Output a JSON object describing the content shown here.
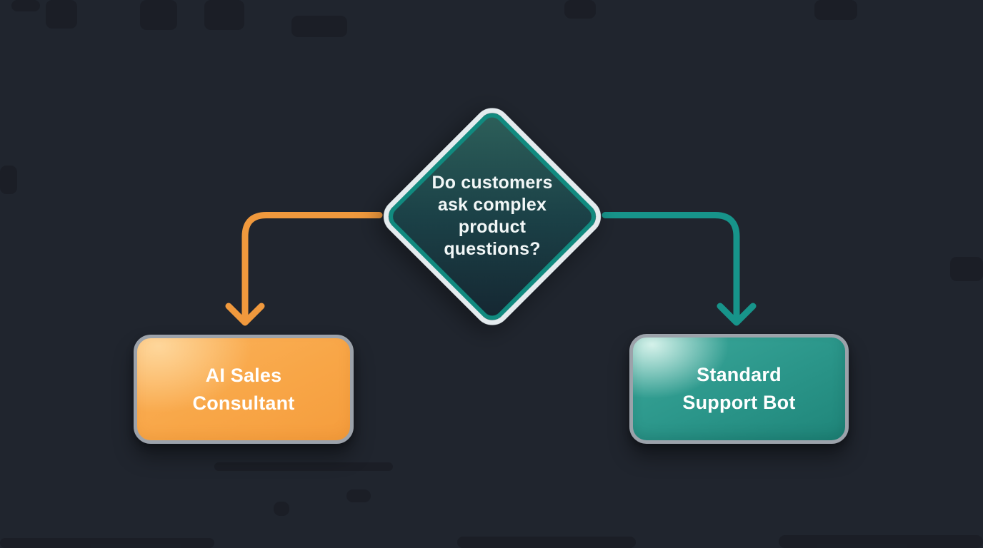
{
  "palette": {
    "background": "#20252e",
    "branch_orange": "#F0993D",
    "branch_teal": "#17948A",
    "node_border_gray": "#9CA2AA",
    "diamond_outer_border": "#E4EBEE",
    "diamond_inner_border": "#118A7F",
    "diamond_fill_top": "#2D605A",
    "diamond_fill_bottom": "#152631",
    "text": "#FFFFFF"
  },
  "decision_node": {
    "label": "Do customers ask complex product questions?",
    "label_lines": [
      "Do customers",
      "ask complex",
      "product",
      "questions?"
    ]
  },
  "nodes": {
    "left": {
      "label": "AI Sales Consultant",
      "label_lines": [
        "AI Sales",
        "Consultant"
      ],
      "fill": "#F8A647"
    },
    "right": {
      "label": "Standard Support Bot",
      "label_lines": [
        "Standard",
        "Support Bot"
      ],
      "fill": "#2B968A"
    }
  },
  "connectors": {
    "left": {
      "description": "decision to AI Sales Consultant",
      "color": "#F0993D"
    },
    "right": {
      "description": "decision to Standard Support Bot",
      "color": "#17948A"
    }
  }
}
